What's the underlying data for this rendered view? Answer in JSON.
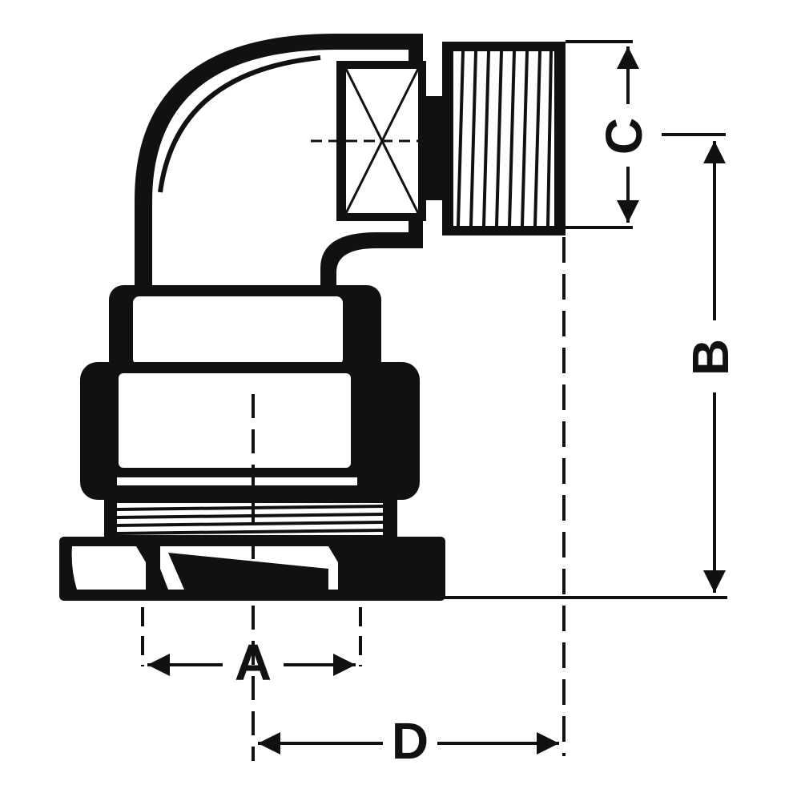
{
  "diagram": {
    "labels": {
      "a": "A",
      "b": "B",
      "c": "C",
      "d": "D"
    },
    "colors": {
      "ink": "#111111",
      "background": "#ffffff"
    }
  }
}
